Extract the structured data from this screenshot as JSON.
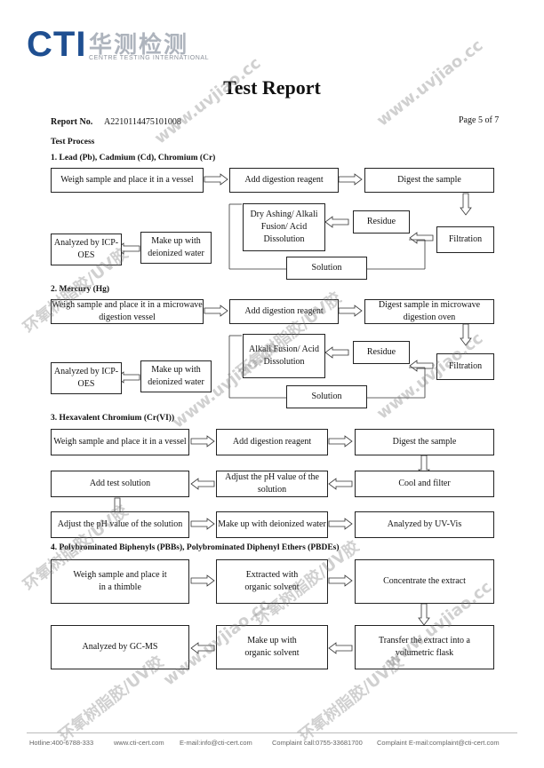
{
  "logo": {
    "brand": "CTI",
    "cn": "华测检测",
    "en": "CENTRE TESTING INTERNATIONAL"
  },
  "title": "Test Report",
  "report_no_label": "Report No.",
  "report_no": "A2210114475101008",
  "page": "Page 5 of 7",
  "test_process_label": "Test Process",
  "sections": {
    "s1": {
      "heading": "1.    Lead (Pb), Cadmium (Cd), Chromium (Cr)",
      "weigh": "Weigh sample and place it in a vessel",
      "add": "Add digestion reagent",
      "digest": "Digest the sample",
      "dry": "Dry Ashing/ Alkali Fusion/ Acid Dissolution",
      "residue": "Residue",
      "filtration": "Filtration",
      "analyzed": "Analyzed by ICP-OES",
      "makeup": "Make up with deionized water",
      "solution": "Solution"
    },
    "s2": {
      "heading": "2.    Mercury (Hg)",
      "weigh": "Weigh sample and place it in a microwave digestion vessel",
      "add": "Add digestion reagent",
      "digest": "Digest sample in microwave digestion oven",
      "alkali": "Alkali Fusion/ Acid Dissolution",
      "residue": "Residue",
      "filtration": "Filtration",
      "analyzed": "Analyzed by ICP-OES",
      "makeup": "Make up with deionized water",
      "solution": "Solution"
    },
    "s3": {
      "heading": "3.    Hexavalent Chromium (Cr(VI))",
      "weigh": "Weigh sample and place it in a vessel",
      "add": "Add digestion reagent",
      "digest": "Digest the sample",
      "add_test": "Add test solution",
      "adjust1": "Adjust the pH value of the solution",
      "cool": "Cool and filter",
      "adjust2": "Adjust the pH value of the solution",
      "makeup": "Make up with deionized water",
      "analyzed": "Analyzed by UV-Vis"
    },
    "s4": {
      "heading": "4.    Polybrominated Biphenyls (PBBs), Polybrominated Diphenyl Ethers (PBDEs)",
      "weigh": "Weigh sample and place it in a thimble",
      "extract": "Extracted with organic solvent",
      "concentrate": "Concentrate the extract",
      "analyzed": "Analyzed by GC-MS",
      "makeup": "Make up with organic solvent",
      "transfer": "Transfer the extract into a volumetric flask"
    }
  },
  "footer": {
    "hotline": "Hotline:400-6788-333",
    "web": "www.cti-cert.com",
    "email": "E-mail:info@cti-cert.com",
    "complaint_call": "Complaint call:0755-33681700",
    "complaint_email": "Complaint E-mail:complaint@cti-cert.com"
  },
  "watermark": {
    "url": "www.uvjiao.cc",
    "cn": "环氧树脂胶/UV胶"
  }
}
